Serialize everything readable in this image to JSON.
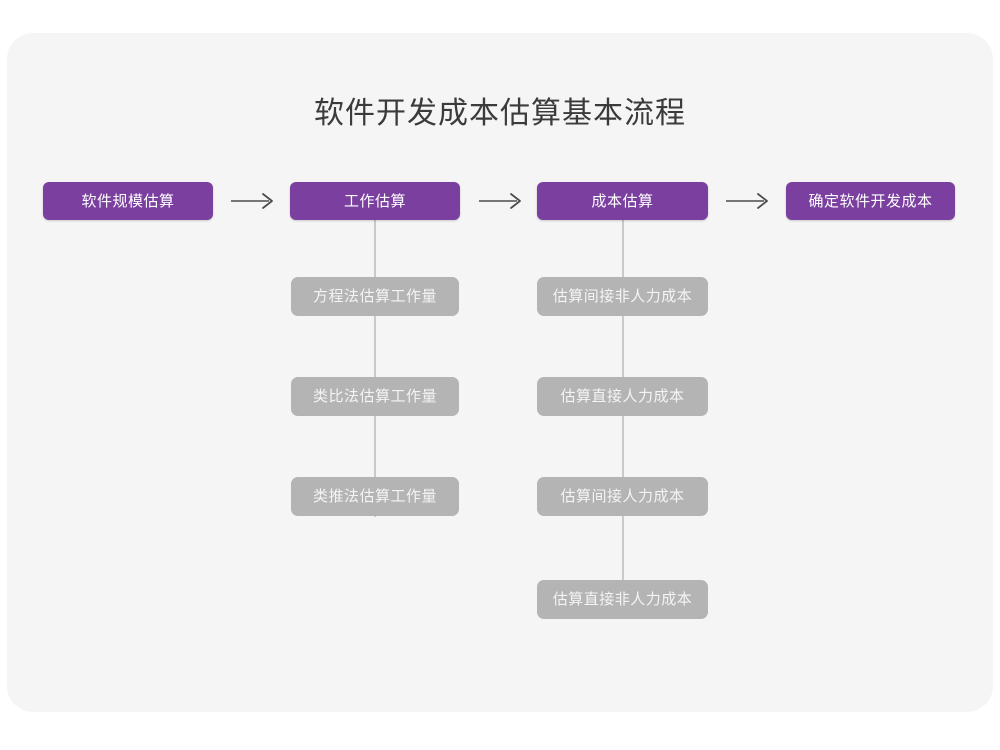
{
  "page": {
    "title": "软件开发成本估算基本流程",
    "background_color": "#ffffff",
    "card_color": "#f5f5f5",
    "primary_color": "#7b3fa0",
    "secondary_color": "#b4b4b4",
    "title_color": "#3b3b3b",
    "connector_color": "#c9c9c9"
  },
  "flow": {
    "main_steps": [
      {
        "label": "软件规模估算"
      },
      {
        "label": "工作估算"
      },
      {
        "label": "成本估算"
      },
      {
        "label": "确定软件开发成本"
      }
    ],
    "arrows": [
      {
        "name": "arrow-1",
        "glyph": "→"
      },
      {
        "name": "arrow-2",
        "glyph": "→"
      },
      {
        "name": "arrow-3",
        "glyph": "→"
      }
    ],
    "branches": [
      {
        "parent": "工作估算",
        "items": [
          {
            "label": "方程法估算工作量"
          },
          {
            "label": "类比法估算工作量"
          },
          {
            "label": "类推法估算工作量"
          }
        ]
      },
      {
        "parent": "成本估算",
        "items": [
          {
            "label": "估算间接非人力成本"
          },
          {
            "label": "估算直接人力成本"
          },
          {
            "label": "估算间接人力成本"
          },
          {
            "label": "估算直接非人力成本"
          }
        ]
      }
    ]
  }
}
